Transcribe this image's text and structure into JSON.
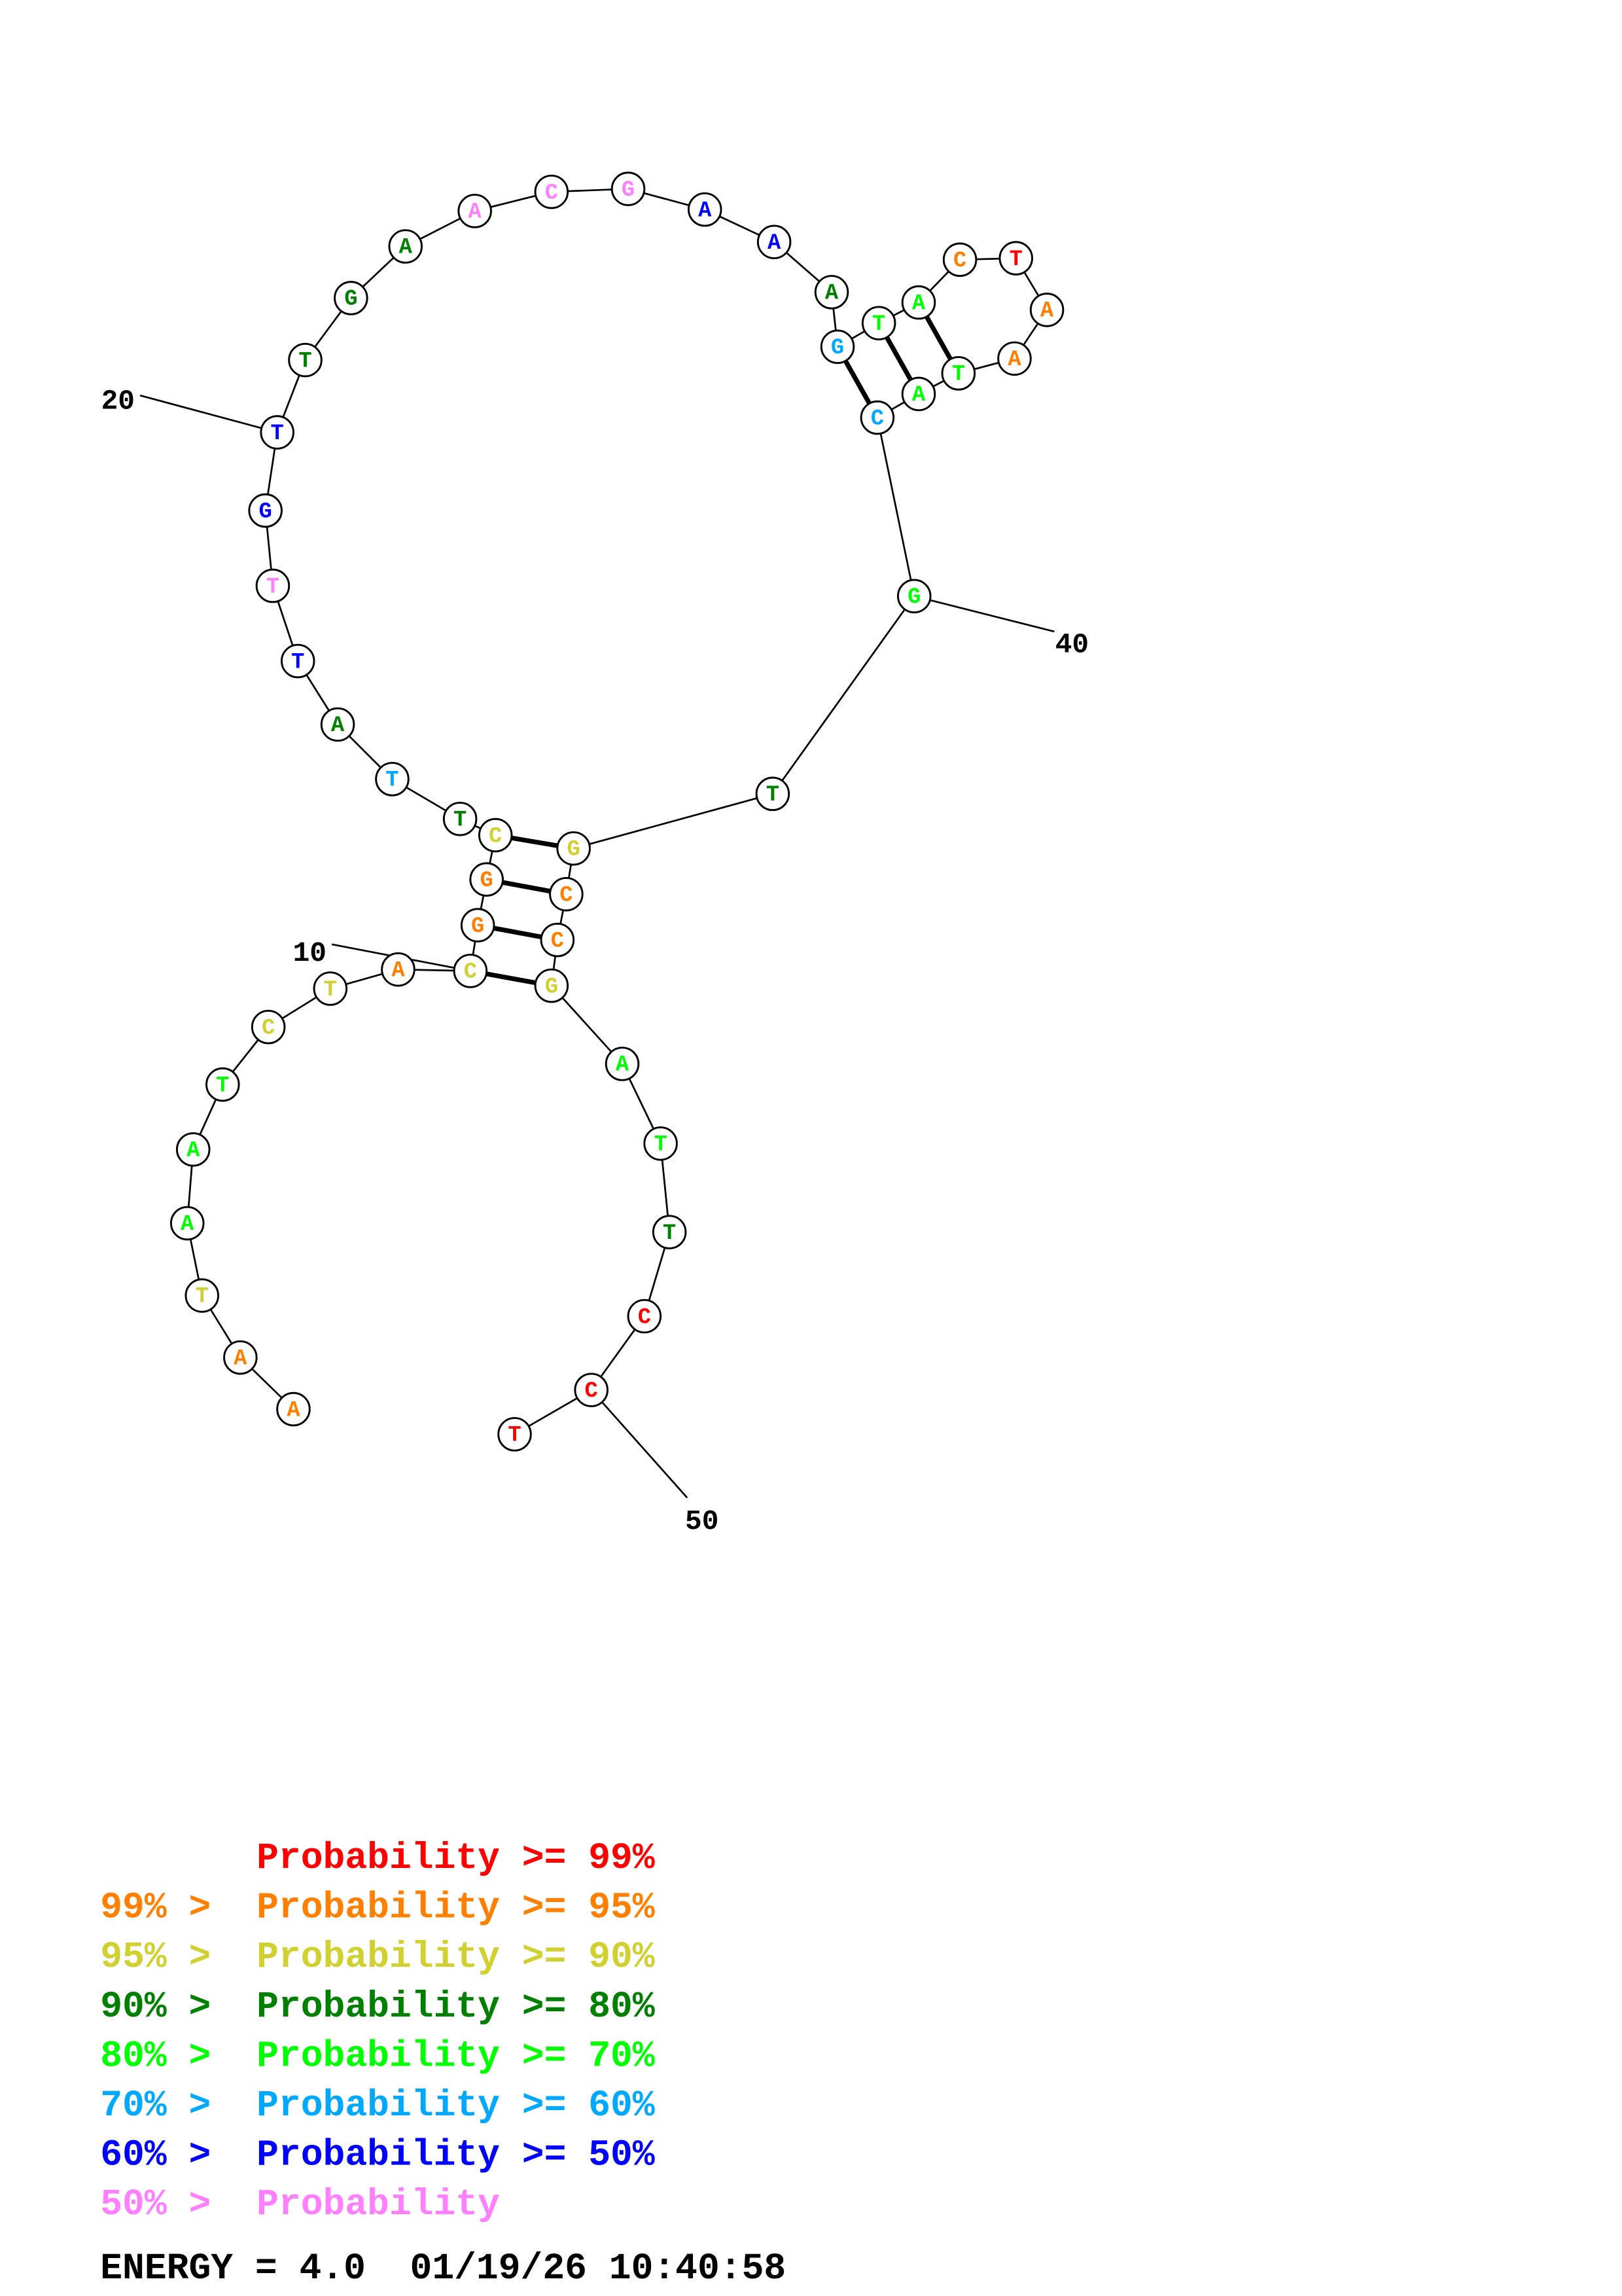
{
  "colors": {
    "r": "#ff0000",
    "o": "#ff8000",
    "y": "#d0d030",
    "d": "#008000",
    "g": "#00ff00",
    "c": "#00a8ff",
    "b": "#0000ff",
    "p": "#ff80ff"
  },
  "sequence": [
    "A",
    "A",
    "T",
    "A",
    "A",
    "T",
    "C",
    "T",
    "A",
    "C",
    "G",
    "G",
    "C",
    "T",
    "T",
    "A",
    "T",
    "T",
    "G",
    "T",
    "T",
    "G",
    "A",
    "A",
    "C",
    "G",
    "A",
    "A",
    "A",
    "G",
    "T",
    "A",
    "C",
    "T",
    "A",
    "A",
    "T",
    "A",
    "C",
    "G",
    "T",
    "G",
    "C",
    "C",
    "G",
    "A",
    "T",
    "T",
    "C",
    "C",
    "T"
  ],
  "probability_class": [
    "o",
    "o",
    "y",
    "g",
    "g",
    "g",
    "y",
    "y",
    "o",
    "y",
    "o",
    "o",
    "y",
    "d",
    "c",
    "d",
    "b",
    "p",
    "b",
    "b",
    "d",
    "d",
    "d",
    "p",
    "p",
    "p",
    "b",
    "b",
    "d",
    "c",
    "g",
    "g",
    "o",
    "r",
    "o",
    "o",
    "g",
    "g",
    "c",
    "g",
    "d",
    "y",
    "o",
    "o",
    "y",
    "g",
    "g",
    "d",
    "r",
    "r",
    "r"
  ],
  "pairs": [
    [
      10,
      45
    ],
    [
      11,
      44
    ],
    [
      12,
      43
    ],
    [
      13,
      42
    ],
    [
      30,
      39
    ],
    [
      31,
      38
    ],
    [
      32,
      37
    ]
  ],
  "position_labels": [
    {
      "index": 10,
      "text": "10"
    },
    {
      "index": 20,
      "text": "20"
    },
    {
      "index": 40,
      "text": "40"
    },
    {
      "index": 50,
      "text": "50"
    }
  ],
  "legend": [
    {
      "prefix": "",
      "text": "Probability >= 99%",
      "cls": "r"
    },
    {
      "prefix": "99% > ",
      "text": "Probability >= 95%",
      "cls": "o"
    },
    {
      "prefix": "95% > ",
      "text": "Probability >= 90%",
      "cls": "y"
    },
    {
      "prefix": "90% > ",
      "text": "Probability >= 80%",
      "cls": "d"
    },
    {
      "prefix": "80% > ",
      "text": "Probability >= 70%",
      "cls": "g"
    },
    {
      "prefix": "70% > ",
      "text": "Probability >= 60%",
      "cls": "c"
    },
    {
      "prefix": "60% > ",
      "text": "Probability >= 50%",
      "cls": "b"
    },
    {
      "prefix": "50% > ",
      "text": "Probability",
      "cls": "p"
    }
  ],
  "footer": "ENERGY = 4.0  01/19/26 10:40:58"
}
